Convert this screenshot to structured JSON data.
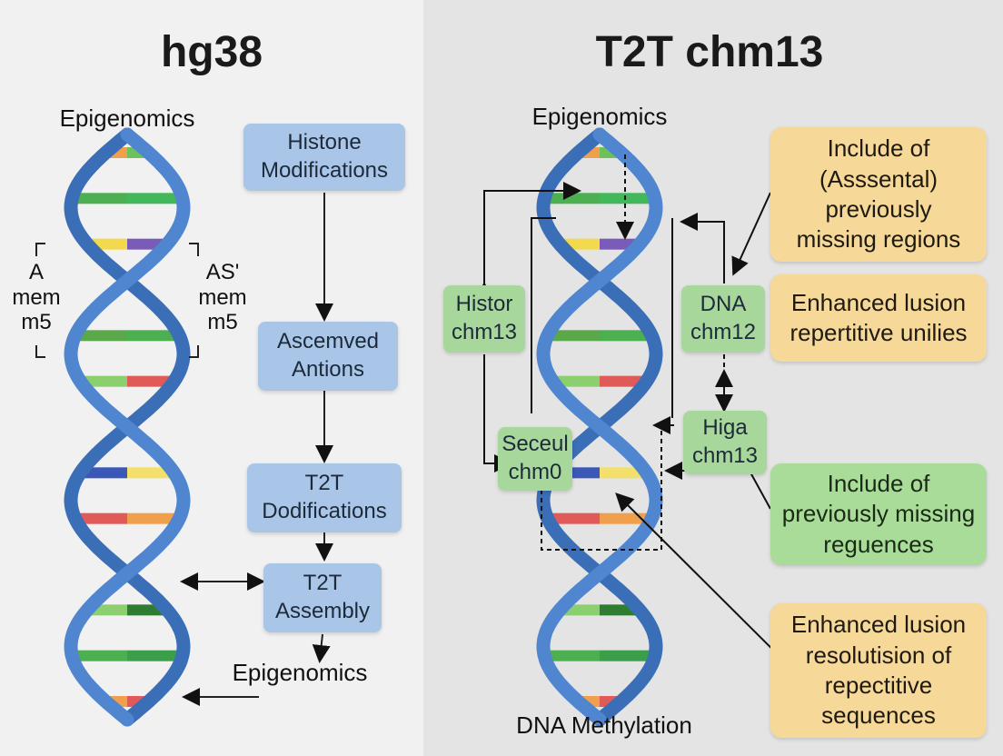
{
  "left": {
    "title": "hg38",
    "epigenomics_top": "Epigenomics",
    "epigenomics_bottom": "Epigenomics",
    "side_left": "A\nmem\nm5",
    "side_right": "AS'\nmem\nm5",
    "boxes": [
      {
        "id": "histone",
        "text": "Histone\nModifications"
      },
      {
        "id": "ascemved",
        "text": "Ascemved\nAntions"
      },
      {
        "id": "t2t-dod",
        "text": "T2T\nDodifications"
      },
      {
        "id": "t2t-asm",
        "text": "T2T\nAssembly"
      }
    ]
  },
  "right": {
    "title": "T2T chm13",
    "epigenomics_top": "Epigenomics",
    "dna_methylation": "DNA Methylation",
    "green_boxes": [
      {
        "id": "histor",
        "text": "Histor\nchm13"
      },
      {
        "id": "dna",
        "text": "DNA\nchm12"
      },
      {
        "id": "seceul",
        "text": "Seceul\nchm0"
      },
      {
        "id": "higa",
        "text": "Higa\nchm13"
      }
    ],
    "notes": [
      {
        "id": "note1",
        "text": "Include of\n(Asssental)\npreviously\nmissing regions",
        "color": "yellow"
      },
      {
        "id": "note2",
        "text": "Enhanced lusion\nrepertitive unilies",
        "color": "yellow"
      },
      {
        "id": "note3",
        "text": "Include of\npreviously missing\nreguences",
        "color": "green"
      },
      {
        "id": "note4",
        "text": "Enhanced lusion\nresolutision of\nrepectitive\nsequences",
        "color": "yellow"
      }
    ]
  },
  "colors": {
    "strand": "#4f86cf",
    "strand_dark": "#3a6fb8",
    "blue_box": "#a9c6e8",
    "green_box": "#a8d79c",
    "yellow_box": "#f6d898"
  }
}
